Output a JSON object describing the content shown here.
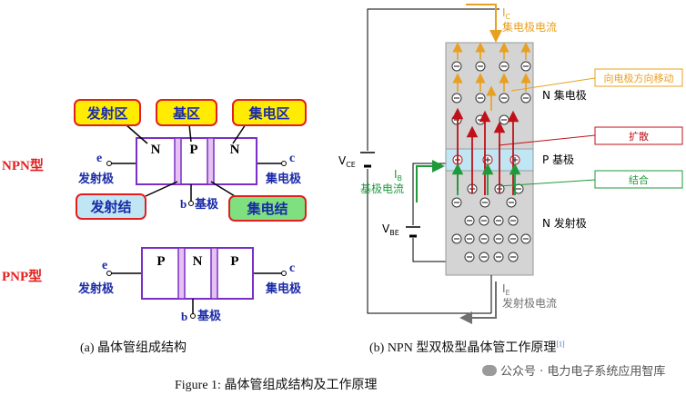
{
  "figure_caption": "Figure 1:  晶体管组成结构及工作原理",
  "watermark": "公众号 · 电力电子系统应用智库",
  "panel_a": {
    "caption": "(a) 晶体管组成结构",
    "npn": {
      "type_label": "NPN型",
      "callout_emitter_region": "发射区",
      "callout_base_region": "基区",
      "callout_collector_region": "集电区",
      "callout_emitter_junction": "发射结",
      "callout_collector_junction": "集电结",
      "regions": [
        "N",
        "P",
        "N"
      ],
      "emitter_letter": "e",
      "emitter_label": "发射极",
      "collector_letter": "c",
      "collector_label": "集电极",
      "base_letter": "b",
      "base_label": "基极"
    },
    "pnp": {
      "type_label": "PNP型",
      "regions": [
        "P",
        "N",
        "P"
      ],
      "emitter_letter": "e",
      "emitter_label": "发射极",
      "collector_letter": "c",
      "collector_label": "集电极",
      "base_letter": "b",
      "base_label": "基极"
    }
  },
  "panel_b": {
    "caption": "(b) NPN 型双极型晶体管工作原理",
    "caption_ref": "[1]",
    "ic_main": "I",
    "ic_sub": "C",
    "ic_label": "集电极电流",
    "ib_main": "I",
    "ib_sub": "B",
    "ib_label": "基极电流",
    "ie_main": "I",
    "ie_sub": "E",
    "ie_label": "发射极电流",
    "vce_main": "V",
    "vce_sub": "CE",
    "vbe_main": "V",
    "vbe_sub": "BE",
    "collector_region_label": "N  集电极",
    "base_region_label": "P  基极",
    "emitter_region_label": "N  发射极",
    "callout_move": "向电极方向移动",
    "callout_diffusion": "扩散",
    "callout_recombination": "结合",
    "electron_symbol": "⊖",
    "hole_symbol": "⊕",
    "colors": {
      "collector_current": "#e8a020",
      "base_current": "#1f9a3a",
      "emitter_current": "#707070",
      "diffusion": "#c01018",
      "base_region": "#bfe6f2",
      "silicon": "#d4d4d4"
    }
  }
}
